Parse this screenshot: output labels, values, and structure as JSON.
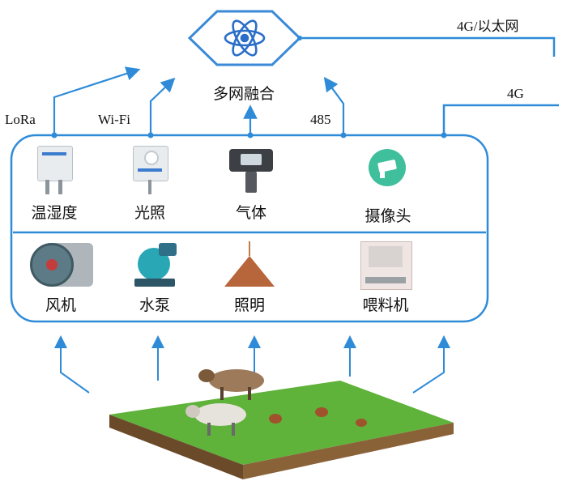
{
  "hub": {
    "label": "多网融合",
    "icon": "atom-icon"
  },
  "uplinks": {
    "top": "4G/以太网",
    "right": "4G"
  },
  "protocols": [
    "LoRa",
    "Wi-Fi",
    "485"
  ],
  "sensors": [
    {
      "label": "温湿度",
      "icon": "temperature-humidity-sensor-icon"
    },
    {
      "label": "光照",
      "icon": "light-sensor-icon"
    },
    {
      "label": "气体",
      "icon": "gas-detector-icon"
    },
    {
      "label": "摄像头",
      "icon": "camera-icon"
    }
  ],
  "actuators": [
    {
      "label": "风机",
      "icon": "fan-icon"
    },
    {
      "label": "水泵",
      "icon": "water-pump-icon"
    },
    {
      "label": "照明",
      "icon": "lamp-icon"
    },
    {
      "label": "喂料机",
      "icon": "feeder-icon"
    }
  ],
  "farm": {
    "icon": "livestock-farm-icon"
  },
  "colors": {
    "line": "#2f8bd8",
    "hub": "#3a6fc4",
    "grass": "#5fb23a"
  }
}
